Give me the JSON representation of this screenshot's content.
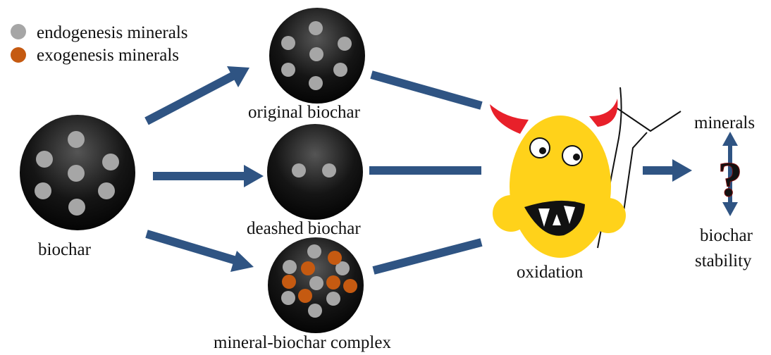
{
  "legend": {
    "endogenous": {
      "label": "endogenesis minerals",
      "color": "#a6a6a6"
    },
    "exogenous": {
      "label": "exogenesis minerals",
      "color": "#c55a11"
    }
  },
  "nodes": {
    "biochar": "biochar",
    "original": "original biochar",
    "deashed": "deashed biochar",
    "complex": "mineral-biochar complex",
    "oxidation": "oxidation",
    "minerals": "minerals",
    "stability_line1": "biochar",
    "stability_line2": "stability",
    "question_mark": "?"
  },
  "colors": {
    "arrow": "#2f5483",
    "sphere_dark": "#000000",
    "sphere_light": "#555555",
    "monster_face": "#ffd21a",
    "monster_horn": "#e8202a",
    "question": "#e01919"
  }
}
